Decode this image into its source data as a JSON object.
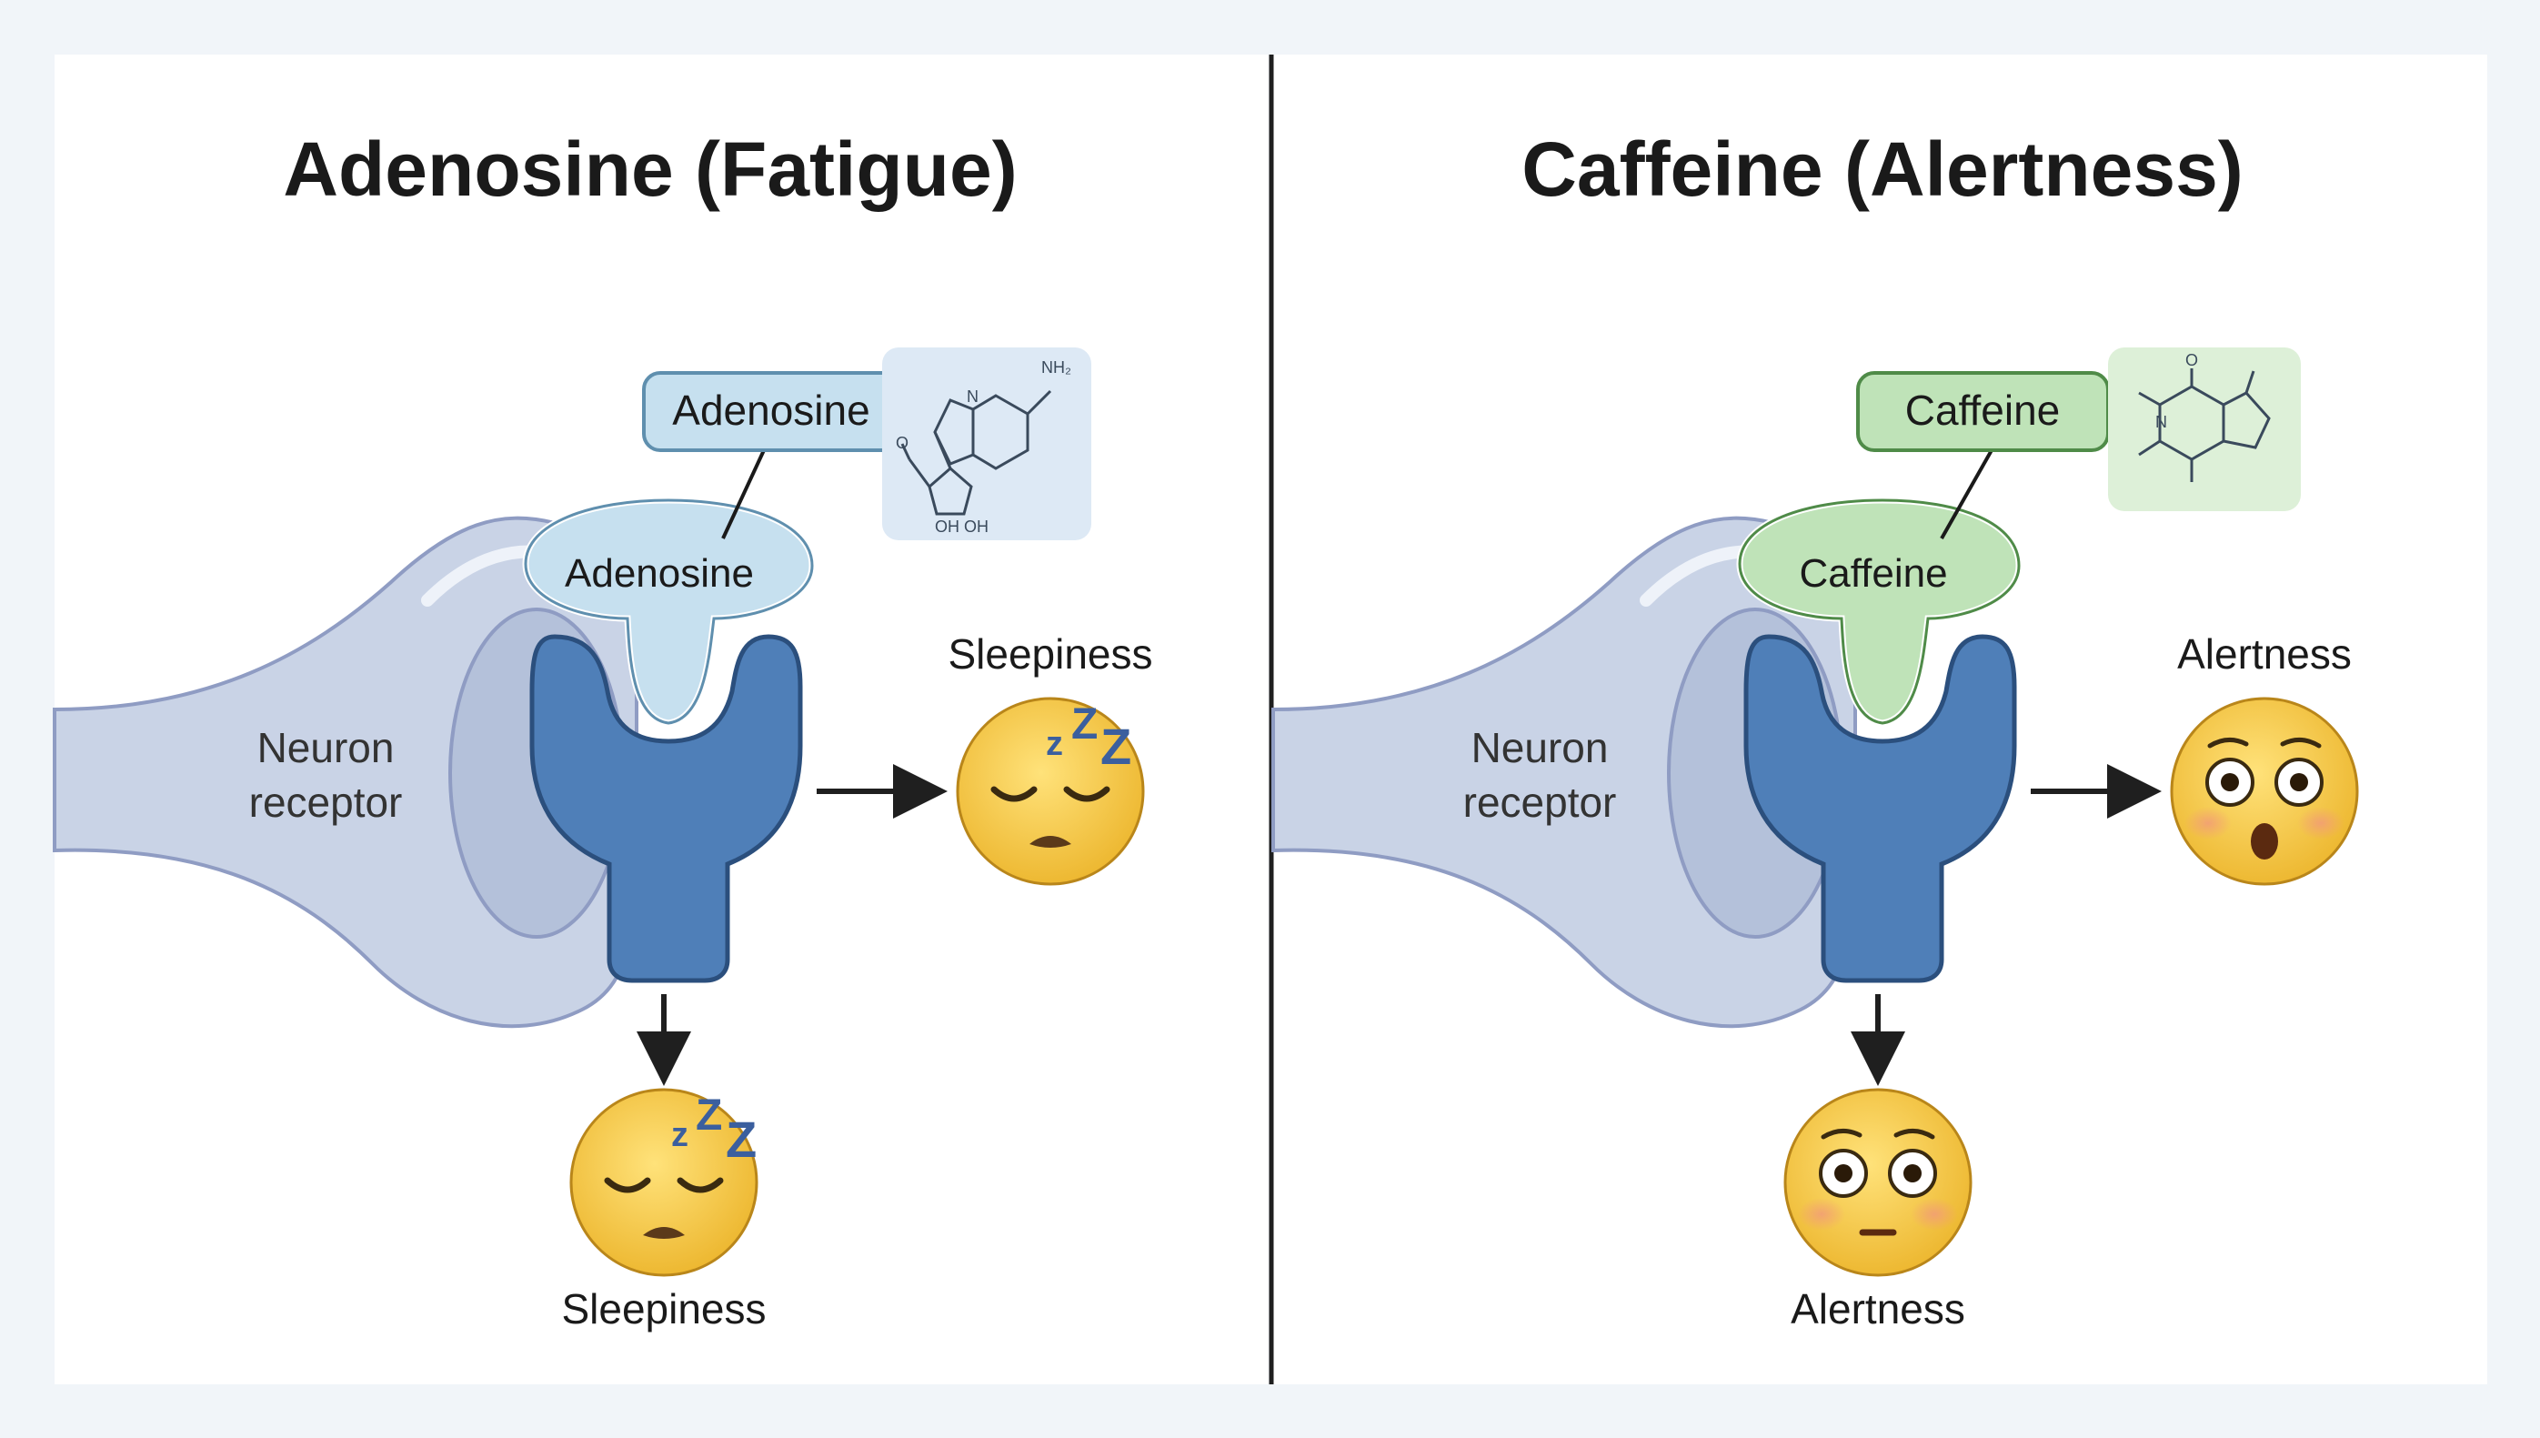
{
  "colors": {
    "page_background": "#f1f5f9",
    "panel_background": "#ffffff",
    "neuron_fill": "#c9d3e6",
    "neuron_stroke": "#8f9cc3",
    "receptor_fill": "#4f7fb8",
    "receptor_stroke": "#2b4f7d",
    "adenosine_fill": "#c6e0ef",
    "adenosine_stroke": "#5f8fae",
    "caffeine_fill": "#bfe3b8",
    "caffeine_stroke": "#4f8b48",
    "emoji_face": "#f6c842",
    "divider": "#1f1f1f"
  },
  "left_panel": {
    "title": "Adenosine (Fatigue)",
    "molecule_tag": "Adenosine",
    "ligand_label": "Adenosine",
    "neuron_label_line1": "Neuron",
    "neuron_label_line2": "receptor",
    "right_effect_label": "Sleepiness",
    "bottom_effect_label": "Sleepiness",
    "structure_labels": {
      "amine": "NH₂",
      "ring_n": "N",
      "hydroxyls": "OH OH",
      "oxygen": "O"
    },
    "emoji_icon": "sleepy-face-icon"
  },
  "right_panel": {
    "title": "Caffeine (Alertness)",
    "molecule_tag": "Caffeine",
    "ligand_label": "Caffeine",
    "neuron_label_line1": "Neuron",
    "neuron_label_line2": "receptor",
    "right_effect_label": "Alertness",
    "bottom_effect_label": "Alertness",
    "structure_labels": {
      "ring_n": "N",
      "oxygen": "O"
    },
    "emoji_icon": "astonished-face-icon"
  }
}
